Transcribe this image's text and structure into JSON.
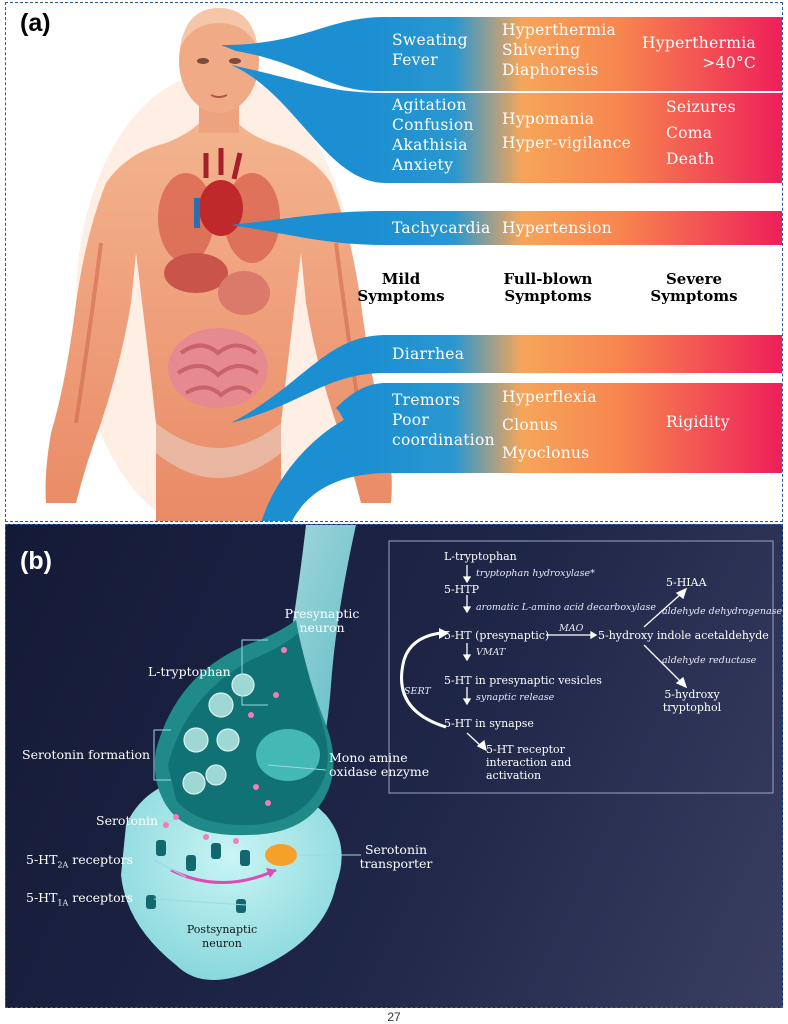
{
  "panel_a": {
    "label": "(a)",
    "rows": [
      {
        "mild": [
          "Sweating",
          "Fever"
        ],
        "full": [
          "Hyperthermia",
          "Shivering",
          "Diaphoresis"
        ],
        "severe": [
          "Hyperthermia",
          ">40°C"
        ]
      },
      {
        "mild": [
          "Agitation",
          "Confusion",
          "Akathisia",
          "Anxiety"
        ],
        "full": [
          "Hypomania",
          "Hyper-vigilance"
        ],
        "severe": [
          "Seizures",
          "Coma",
          "Death"
        ]
      },
      {
        "mild": [
          "Tachycardia"
        ],
        "full": [
          "Hypertension"
        ],
        "severe": []
      },
      {
        "mild": [
          "Diarrhea"
        ],
        "full": [],
        "severe": []
      },
      {
        "mild": [
          "Tremors",
          "Poor",
          "coordination"
        ],
        "full": [
          "Hyperflexia",
          "Clonus",
          "Myoclonus"
        ],
        "severe": [
          "Rigidity"
        ]
      }
    ],
    "severity_headers": [
      {
        "line1": "Mild",
        "line2": "Symptoms",
        "color": "#1b86c8"
      },
      {
        "line1": "Full-blown",
        "line2": "Symptoms",
        "color": "#f29a4a"
      },
      {
        "line1": "Severe",
        "line2": "Symptoms",
        "color": "#e81f5e"
      }
    ]
  },
  "panel_b": {
    "label": "(b)",
    "anatomy": {
      "presynaptic": [
        "Presynaptic",
        "neuron"
      ],
      "l_tryptophan": "L-tryptophan",
      "serotonin_formation": "Serotonin formation",
      "mao": [
        "Mono amine",
        "oxidase enzyme"
      ],
      "serotonin": "Serotonin",
      "receptor_2a": {
        "main": "5-HT",
        "sub": "2A",
        "tail": " receptors"
      },
      "receptor_1a": {
        "main": "5-HT",
        "sub": "1A",
        "tail": " receptors"
      },
      "sert": [
        "Serotonin",
        "transporter"
      ],
      "postsynaptic": [
        "Postsynaptic",
        "neuron"
      ]
    },
    "pathway": {
      "l_tryptophan": "L-tryptophan",
      "e_tph": "tryptophan hydroxylase*",
      "htp": "5-HTP",
      "e_aadc": "aromatic L-amino acid decarboxylase",
      "ht_pre": "5-HT (presynaptic)",
      "e_mao": "MAO",
      "hiaa_ald": "5-hydroxy indole acetaldehyde",
      "e_vmat": "VMAT",
      "ht_ves": "5-HT in presynaptic vesicles",
      "e_release": "synaptic release",
      "ht_syn": "5-HT in synapse",
      "sert": "SERT",
      "receptor": [
        "5-HT receptor",
        "interaction and",
        "activation"
      ],
      "hiaa": "5-HIAA",
      "e_aldh": "aldehyde dehydrogenase",
      "e_ar": "aldehyde reductase",
      "htol": [
        "5-hydroxy",
        "tryptophol"
      ]
    }
  },
  "page_number": "27"
}
